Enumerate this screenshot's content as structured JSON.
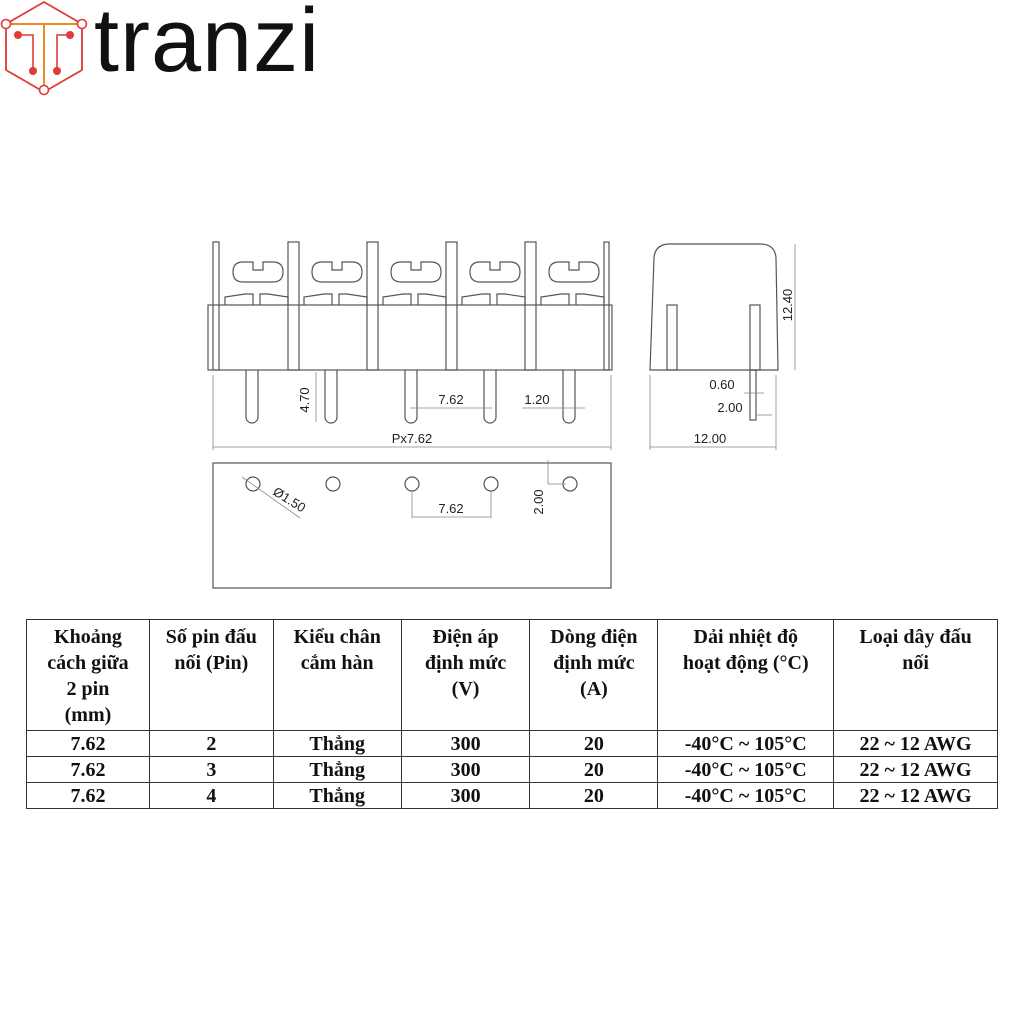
{
  "brand": {
    "name": "tranzi",
    "logo_icon": "circuit-hexagon-T-icon",
    "colors": {
      "logo_red": "#e03a3a",
      "logo_orange": "#f08a24",
      "text": "#111111"
    }
  },
  "drawing": {
    "front_view": {
      "pin_length": "4.70",
      "pitch": "7.62",
      "pin_width": "1.20",
      "overall_length": "Px7.62"
    },
    "side_view": {
      "height": "12.40",
      "pin_thickness": "0.60",
      "pin_offset": "2.00",
      "width": "12.00"
    },
    "footprint": {
      "hole_diameter": "Ø1.50",
      "pitch": "7.62",
      "edge_offset": "2.00"
    }
  },
  "table": {
    "headers": [
      [
        "Khoảng",
        "cách giữa",
        "2 pin",
        "(mm)"
      ],
      [
        "Số pin đấu",
        "nối (Pin)"
      ],
      [
        "Kiểu chân",
        "cắm hàn"
      ],
      [
        "Điện áp",
        "định mức",
        "(V)"
      ],
      [
        "Dòng điện",
        "định mức",
        "(A)"
      ],
      [
        "Dải nhiệt độ",
        "hoạt động (°C)"
      ],
      [
        "Loại dây đấu",
        "nối"
      ]
    ],
    "rows": [
      [
        "7.62",
        "2",
        "Thẳng",
        "300",
        "20",
        "-40°C ~ 105°C",
        "22 ~ 12 AWG"
      ],
      [
        "7.62",
        "3",
        "Thẳng",
        "300",
        "20",
        "-40°C ~ 105°C",
        "22 ~ 12 AWG"
      ],
      [
        "7.62",
        "4",
        "Thẳng",
        "300",
        "20",
        "-40°C ~ 105°C",
        "22 ~ 12 AWG"
      ]
    ]
  }
}
